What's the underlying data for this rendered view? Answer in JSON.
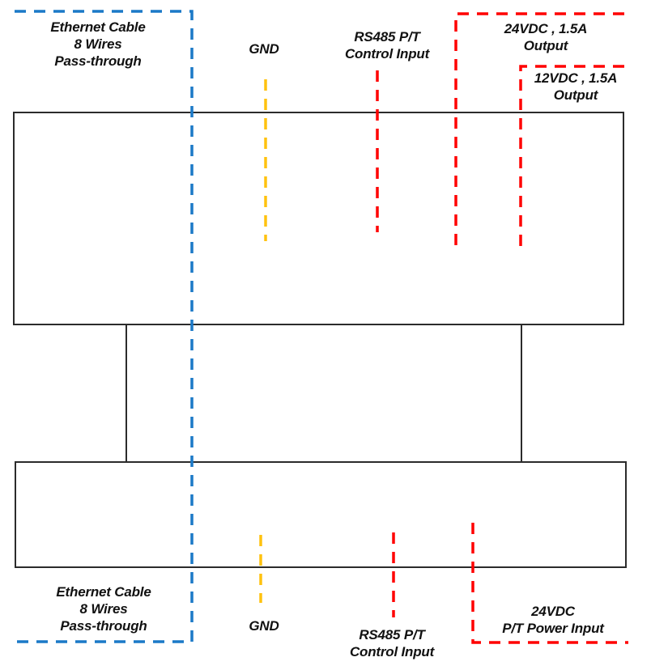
{
  "diagram": {
    "type": "wiring-diagram",
    "colors": {
      "ethernet": "#1B79C7",
      "ground": "#FFC20E",
      "power": "#FF0000",
      "outline": "#2B2B2B",
      "text": "#111111"
    },
    "labels": {
      "ethernet_top": {
        "line1": "Ethernet Cable",
        "line2": "8 Wires",
        "line3": "Pass-through"
      },
      "gnd_top": "GND",
      "rs485_top": {
        "line1": "RS485 P/T",
        "line2": "Control Input"
      },
      "out24_top": {
        "line1": "24VDC , 1.5A",
        "line2": "Output"
      },
      "out12_top": {
        "line1": "12VDC , 1.5A",
        "line2": "Output"
      },
      "ethernet_bottom": {
        "line1": "Ethernet Cable",
        "line2": "8 Wires",
        "line3": "Pass-through"
      },
      "gnd_bottom": "GND",
      "rs485_bottom": {
        "line1": "RS485 P/T",
        "line2": "Control Input"
      },
      "in24_bottom": {
        "line1": "24VDC",
        "line2": "P/T Power Input"
      }
    }
  }
}
